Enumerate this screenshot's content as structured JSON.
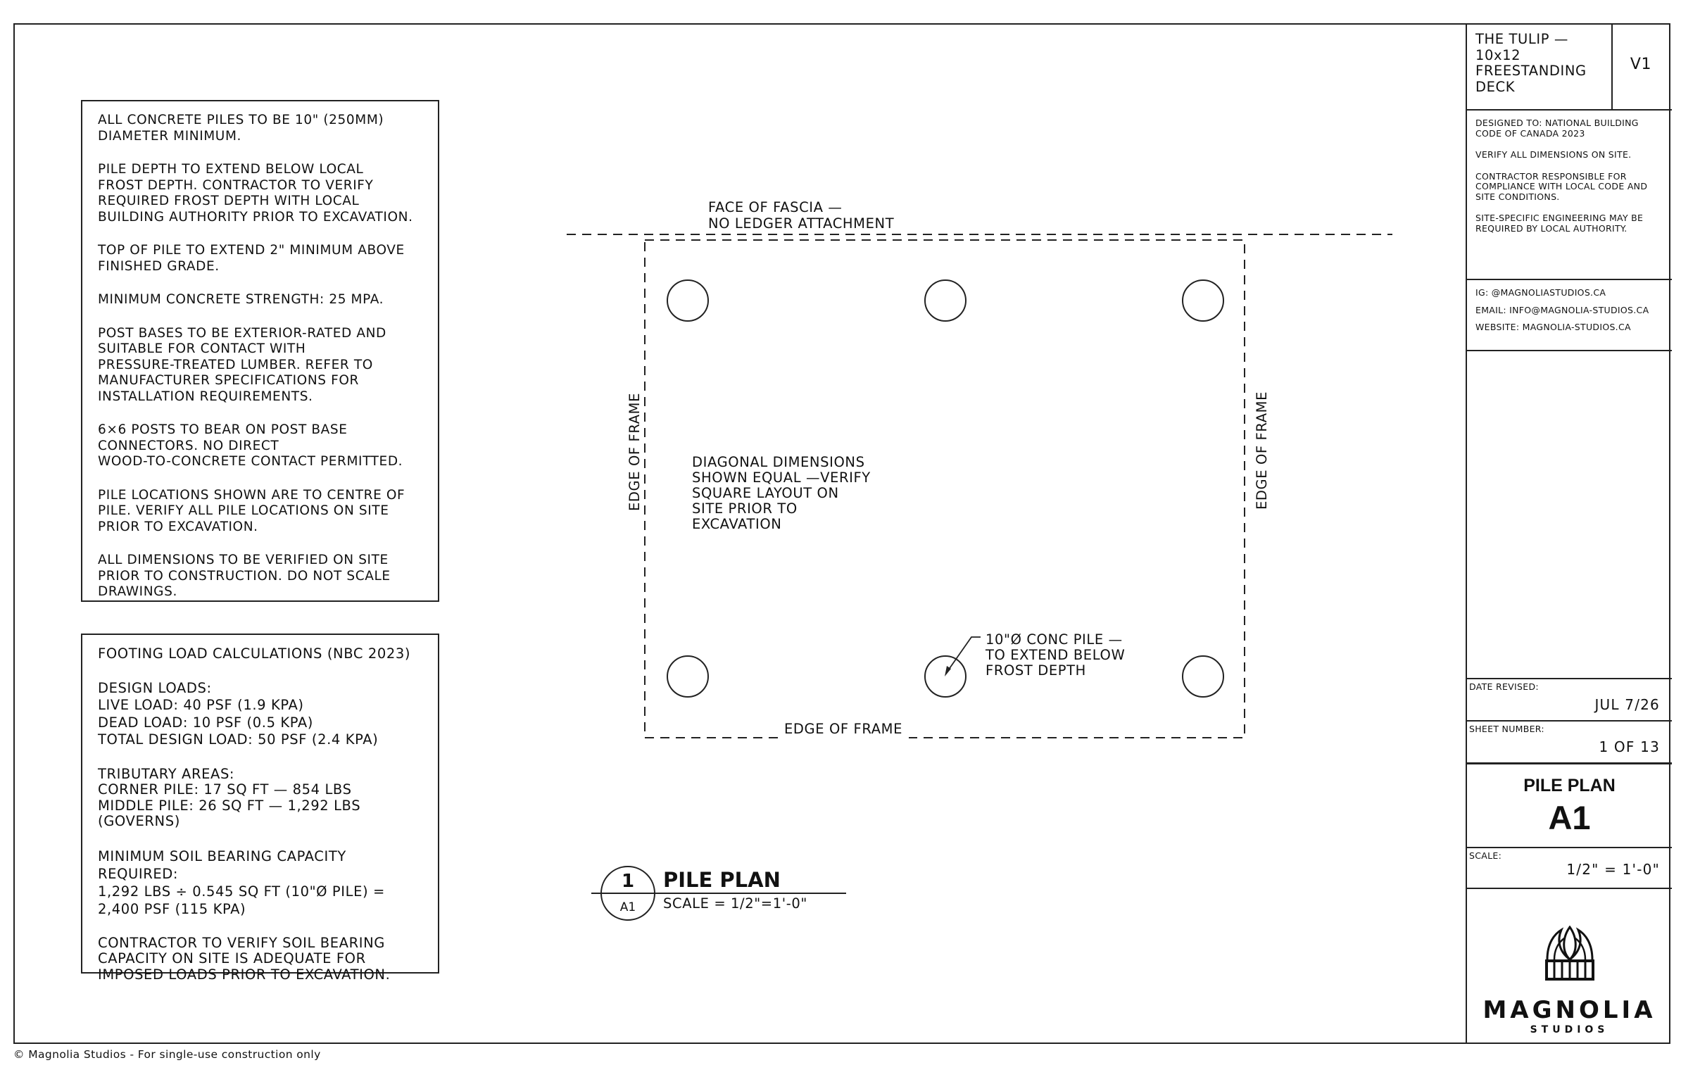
{
  "notes": [
    "ALL CONCRETE PILES TO BE 10\" (250MM)\nDIAMETER MINIMUM.",
    "PILE DEPTH TO EXTEND BELOW LOCAL\nFROST DEPTH. CONTRACTOR TO VERIFY\nREQUIRED FROST DEPTH WITH LOCAL\nBUILDING AUTHORITY PRIOR TO EXCAVATION.",
    "TOP OF PILE TO EXTEND 2\" MINIMUM ABOVE\nFINISHED GRADE.",
    "MINIMUM CONCRETE STRENGTH: 25 MPA.",
    "POST BASES TO BE EXTERIOR-RATED AND\nSUITABLE FOR CONTACT WITH\nPRESSURE-TREATED LUMBER. REFER TO\nMANUFACTURER SPECIFICATIONS FOR\nINSTALLATION REQUIREMENTS.",
    "6×6 POSTS TO BEAR ON POST BASE\nCONNECTORS. NO DIRECT\nWOOD-TO-CONCRETE CONTACT PERMITTED.",
    "PILE LOCATIONS SHOWN ARE TO CENTRE OF\nPILE. VERIFY ALL PILE LOCATIONS ON SITE\nPRIOR TO EXCAVATION.",
    "ALL DIMENSIONS TO BE VERIFIED ON SITE\nPRIOR TO CONSTRUCTION. DO NOT SCALE\nDRAWINGS."
  ],
  "calcs": [
    "FOOTING LOAD CALCULATIONS (NBC 2023)",
    "DESIGN LOADS:\nLIVE LOAD: 40 PSF (1.9 KPA)\nDEAD LOAD: 10 PSF (0.5 KPA)\nTOTAL DESIGN LOAD: 50 PSF (2.4 KPA)",
    "TRIBUTARY AREAS:\nCORNER PILE: 17 SQ FT — 854 LBS\nMIDDLE PILE: 26 SQ FT — 1,292 LBS\n(GOVERNS)",
    "MINIMUM SOIL BEARING CAPACITY REQUIRED:\n1,292 LBS ÷ 0.545 SQ FT (10\"Ø PILE) =\n2,400 PSF (115 KPA)",
    "CONTRACTOR TO VERIFY SOIL BEARING\nCAPACITY ON SITE IS ADEQUATE FOR\nIMPOSED LOADS PRIOR TO EXCAVATION."
  ],
  "plan": {
    "fascia_line1": "FACE OF FASCIA —",
    "fascia_line2": "NO LEDGER ATTACHMENT",
    "edge_left": "EDGE OF FRAME",
    "edge_right": "EDGE OF FRAME",
    "edge_bottom": "EDGE OF FRAME",
    "diag": [
      "DIAGONAL DIMENSIONS",
      "SHOWN EQUAL —VERIFY",
      "SQUARE LAYOUT ON",
      "SITE PRIOR TO",
      "EXCAVATION"
    ],
    "pile_note": [
      "10\"Ø CONC PILE —",
      "TO EXTEND BELOW",
      "FROST DEPTH"
    ]
  },
  "detail": {
    "number": "1",
    "sheet_ref": "A1",
    "title": "PILE PLAN",
    "scale": "SCALE = 1/2\"=1'-0\""
  },
  "title_block": {
    "project": "THE TULIP —\n10x12\nFREESTANDING\nDECK",
    "version": "V1",
    "general_notes": [
      "DESIGNED TO: NATIONAL BUILDING\nCODE OF CANADA 2023",
      "VERIFY ALL DIMENSIONS ON SITE.",
      "CONTRACTOR RESPONSIBLE FOR\nCOMPLIANCE WITH LOCAL CODE AND\nSITE CONDITIONS.",
      "SITE-SPECIFIC ENGINEERING MAY BE\nREQUIRED BY LOCAL AUTHORITY."
    ],
    "contact": [
      "IG: @MAGNOLIASTUDIOS.CA",
      "EMAIL: INFO@MAGNOLIA-STUDIOS.CA",
      "WEBSITE: MAGNOLIA-STUDIOS.CA"
    ],
    "date_label": "DATE REVISED:",
    "date_value": "JUL 7/26",
    "sheet_label": "SHEET NUMBER:",
    "sheet_value": "1 OF 13",
    "drawing_title": "PILE PLAN",
    "drawing_number": "A1",
    "scale_label": "SCALE:",
    "scale_value": "1/2\" = 1'-0\"",
    "logo_name": "MAGNOLIA",
    "logo_sub": "STUDIOS"
  },
  "footer": "© Magnolia Studios - For single-use construction only"
}
